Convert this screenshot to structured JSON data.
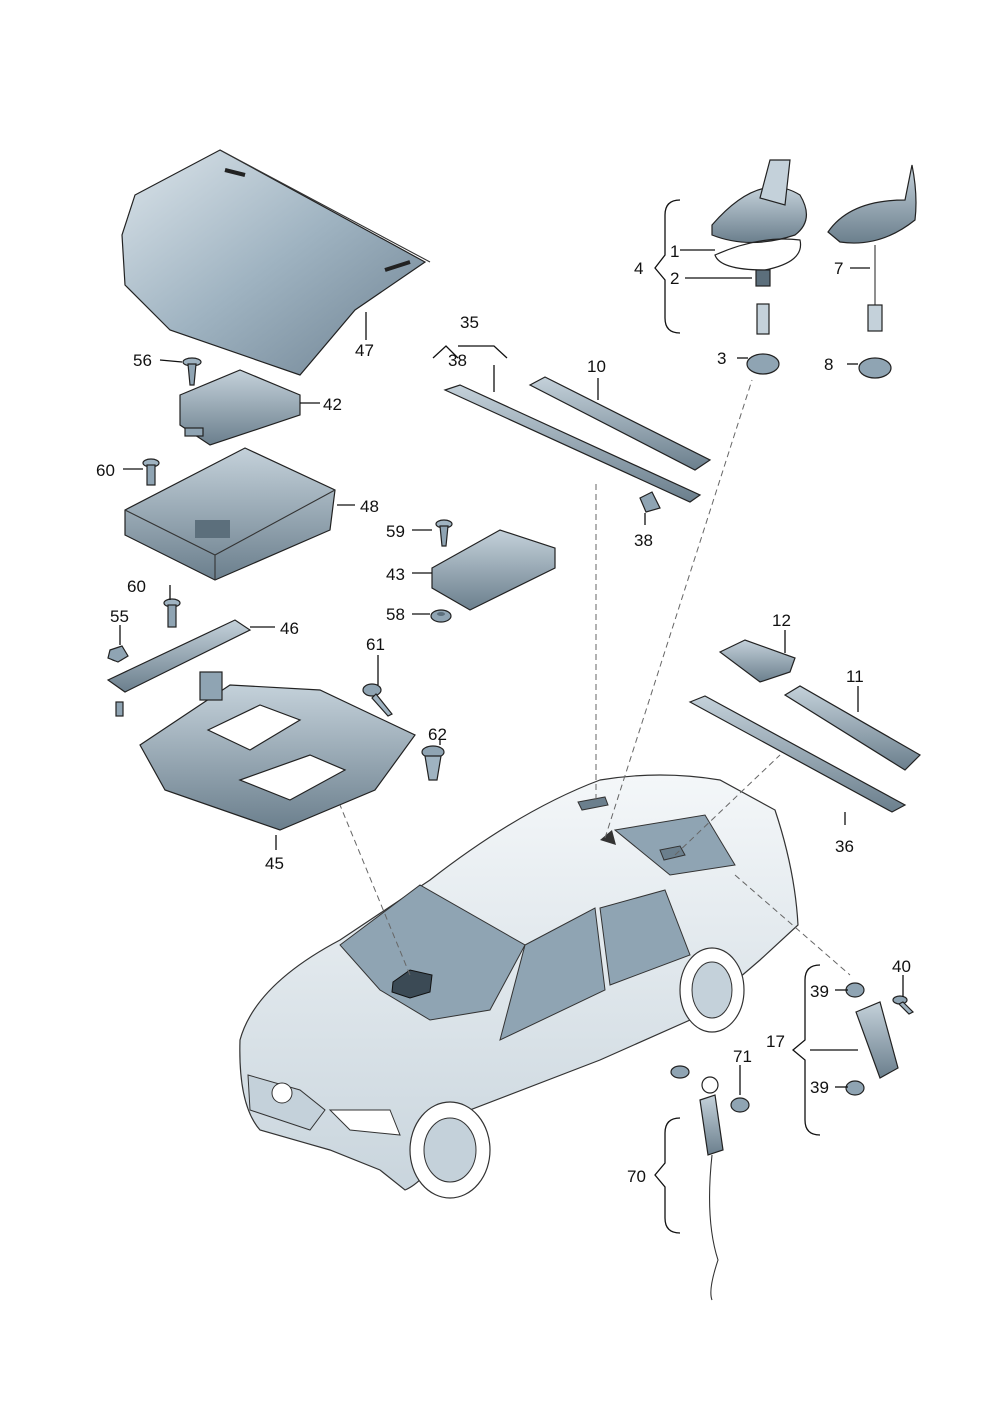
{
  "diagram": {
    "callouts": [
      {
        "id": "c1",
        "text": "1"
      },
      {
        "id": "c2",
        "text": "2"
      },
      {
        "id": "c3",
        "text": "3"
      },
      {
        "id": "c4",
        "text": "4"
      },
      {
        "id": "c7",
        "text": "7"
      },
      {
        "id": "c8",
        "text": "8"
      },
      {
        "id": "c10",
        "text": "10"
      },
      {
        "id": "c11",
        "text": "11"
      },
      {
        "id": "c12",
        "text": "12"
      },
      {
        "id": "c17",
        "text": "17"
      },
      {
        "id": "c35",
        "text": "35"
      },
      {
        "id": "c36",
        "text": "36"
      },
      {
        "id": "c38a",
        "text": "38"
      },
      {
        "id": "c38b",
        "text": "38"
      },
      {
        "id": "c39a",
        "text": "39"
      },
      {
        "id": "c39b",
        "text": "39"
      },
      {
        "id": "c40",
        "text": "40"
      },
      {
        "id": "c42",
        "text": "42"
      },
      {
        "id": "c43",
        "text": "43"
      },
      {
        "id": "c45",
        "text": "45"
      },
      {
        "id": "c46",
        "text": "46"
      },
      {
        "id": "c47",
        "text": "47"
      },
      {
        "id": "c48",
        "text": "48"
      },
      {
        "id": "c55",
        "text": "55"
      },
      {
        "id": "c56",
        "text": "56"
      },
      {
        "id": "c58",
        "text": "58"
      },
      {
        "id": "c59",
        "text": "59"
      },
      {
        "id": "c60a",
        "text": "60"
      },
      {
        "id": "c60b",
        "text": "60"
      },
      {
        "id": "c61",
        "text": "61"
      },
      {
        "id": "c62",
        "text": "62"
      },
      {
        "id": "c70",
        "text": "70"
      },
      {
        "id": "c71",
        "text": "71"
      }
    ],
    "colors": {
      "part_fill": "#8fa4b3",
      "part_light": "#c4d1da",
      "part_dark": "#5c6f7c",
      "line": "#111111"
    }
  }
}
